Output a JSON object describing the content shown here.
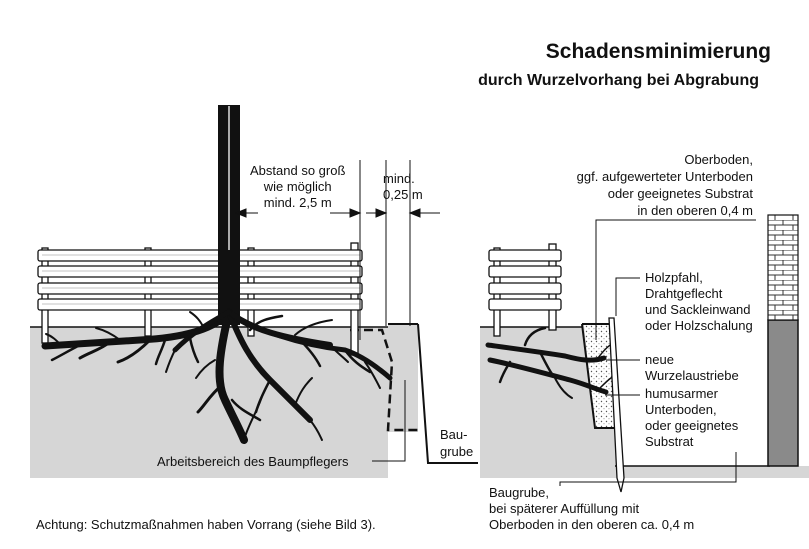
{
  "title": "Schadensminimierung",
  "subtitle": "durch Wurzelvorhang bei Abgrabung",
  "left_diagram": {
    "distance_label": [
      "Abstand so groß",
      "wie möglich",
      "mind. 2,5 m"
    ],
    "min_label": [
      "mind.",
      "0,25 m"
    ],
    "work_area_label": "Arbeitsbereich des Baumpflegers",
    "pit_label": [
      "Bau-",
      "grube"
    ]
  },
  "right_diagram": {
    "topsoil_label": [
      "Oberboden,",
      "ggf. aufgewerteter Unterboden",
      "oder geeignetes Substrat",
      "in den oberen 0,4 m"
    ],
    "stake_label": [
      "Holzpfahl,",
      "Drahtgeflecht",
      "und Sackleinwand",
      "oder Holzschalung"
    ],
    "new_roots_label": [
      "neue",
      "Wurzelaustriebe"
    ],
    "subsoil_label": [
      "humusarmer",
      "Unterboden,",
      "oder geeignetes",
      "Substrat"
    ],
    "pit_label": [
      "Baugrube,",
      "bei späterer Auffüllung mit",
      "Oberboden in den oberen ca. 0,4 m"
    ]
  },
  "footnote": "Achtung: Schutzmaßnahmen haben Vorrang (siehe Bild 3)."
}
